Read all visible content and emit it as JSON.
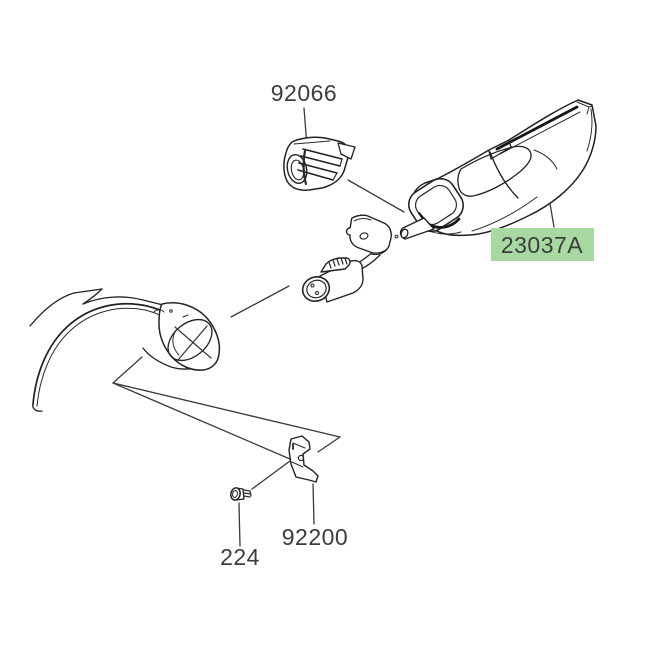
{
  "colors": {
    "highlight_green": "#a8d9a2",
    "line": "#2a2a2a",
    "label_text": "#3c3c3c"
  },
  "parts": {
    "clip": {
      "part_number": "92066"
    },
    "turn_signal": {
      "part_number": "23037A",
      "highlighted": true
    },
    "bracket": {
      "part_number": "92200"
    },
    "screw": {
      "part_number": "224"
    }
  }
}
